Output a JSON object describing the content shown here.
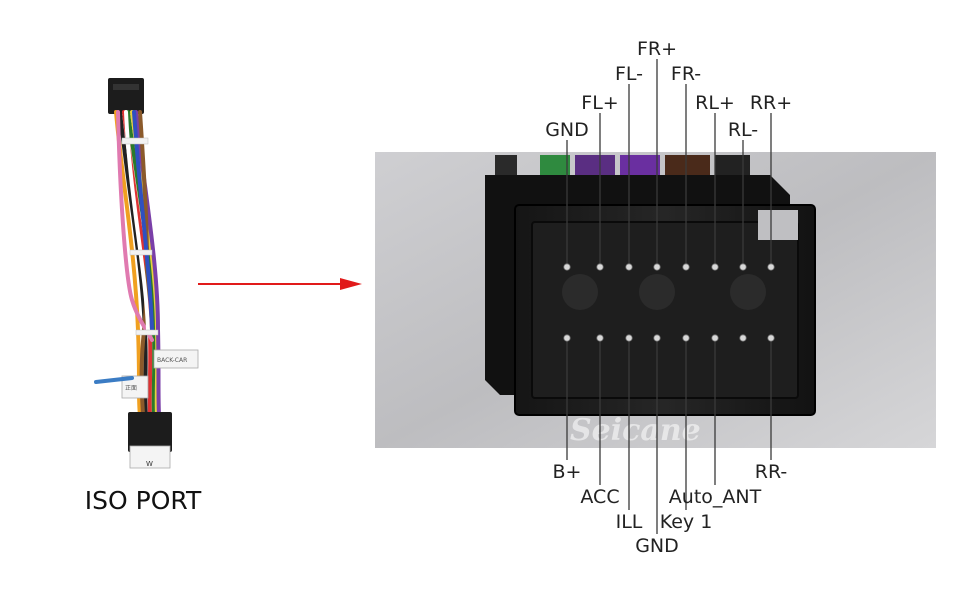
{
  "left": {
    "caption": "ISO PORT",
    "tag1_text": "BACK-CAR",
    "tag2_text": "正面",
    "plug_tag_text": "W"
  },
  "watermark": "Seicane",
  "colors": {
    "arrow": "#e11a1a",
    "connector": "#1b1b1b",
    "leader": "#3a3a3a"
  },
  "top_pins": [
    "GND",
    "FL+",
    "FL-",
    "FR+",
    "FR-",
    "RL+",
    "RL-",
    "RR+"
  ],
  "bottom_pins": [
    "B+",
    "ACC",
    "ILL",
    "GND",
    "Key 1",
    "Auto_ANT",
    "",
    "RR-"
  ]
}
